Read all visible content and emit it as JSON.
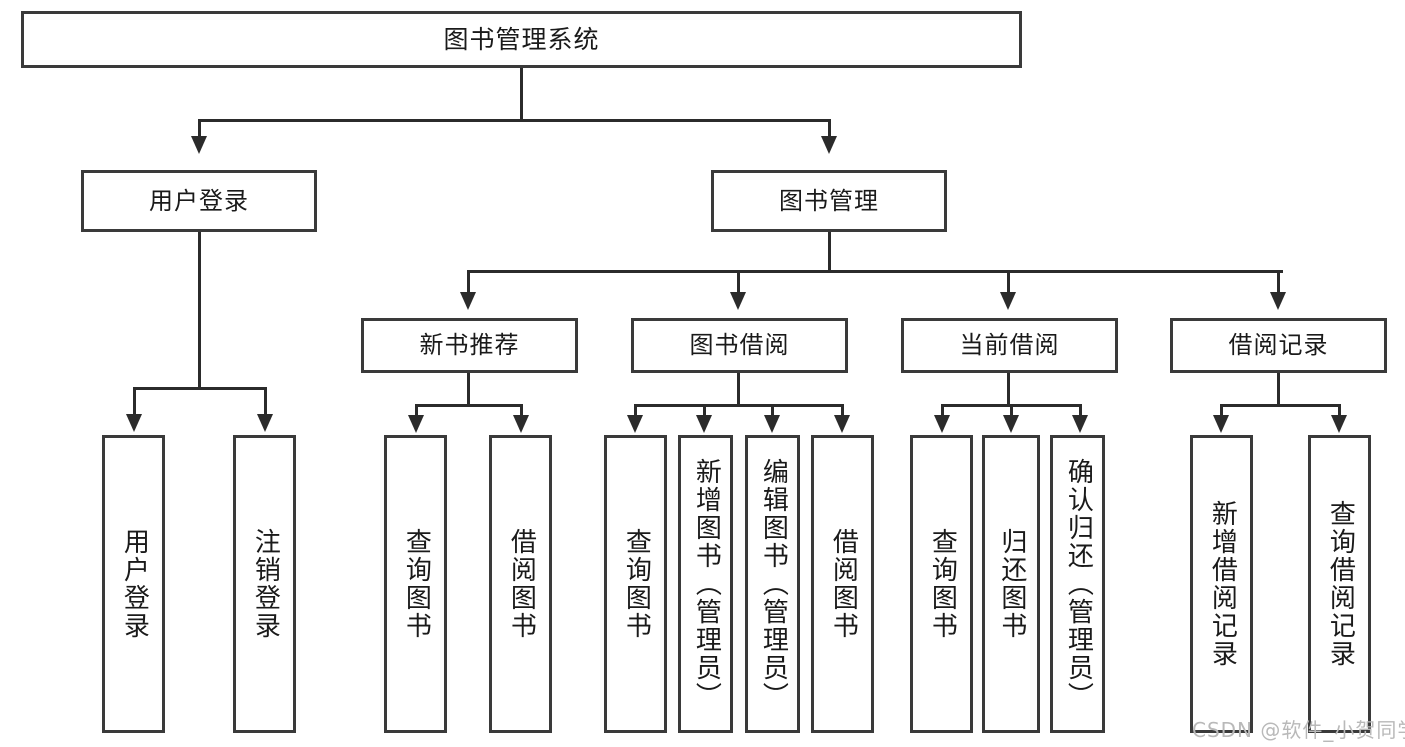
{
  "diagram": {
    "type": "tree-hierarchy",
    "title": "图书管理系统",
    "levels": 4,
    "colors": {
      "box_border": "#3a3a3a",
      "edge": "#2b2b2b",
      "background": "#ffffff",
      "text": "#1a1a1a",
      "watermark": "#b9b9b9"
    },
    "nodes": {
      "root": {
        "label": "图书管理系统"
      },
      "level2": [
        {
          "label": "用户登录"
        },
        {
          "label": "图书管理"
        }
      ],
      "level3": [
        {
          "label": "新书推荐"
        },
        {
          "label": "图书借阅"
        },
        {
          "label": "当前借阅"
        },
        {
          "label": "借阅记录"
        }
      ],
      "leaves": {
        "user_login": [
          {
            "label": "用户登录"
          },
          {
            "label": "注销登录"
          }
        ],
        "new_book_recommend": [
          {
            "label": "查询图书"
          },
          {
            "label": "借阅图书"
          }
        ],
        "book_borrow": [
          {
            "label": "查询图书"
          },
          {
            "label": "新增图书（管理员）"
          },
          {
            "label": "编辑图书（管理员）"
          },
          {
            "label": "借阅图书"
          }
        ],
        "current_borrow": [
          {
            "label": "查询图书"
          },
          {
            "label": "归还图书"
          },
          {
            "label": "确认归还（管理员）"
          }
        ],
        "borrow_record": [
          {
            "label": "新增借阅记录"
          },
          {
            "label": "查询借阅记录"
          }
        ]
      }
    },
    "watermark": "CSDN @软件_小贺同学"
  }
}
